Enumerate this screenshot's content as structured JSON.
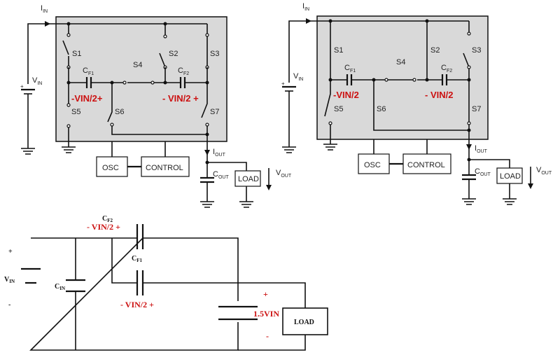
{
  "diagram1": {
    "iin": "I",
    "iin_sub": "IN",
    "vin": "V",
    "vin_sub": "IN",
    "s1": "S1",
    "s2": "S2",
    "s3": "S3",
    "s4": "S4",
    "s5": "S5",
    "s6": "S6",
    "s7": "S7",
    "cf1": "C",
    "cf1_sub": "F1",
    "cf2": "C",
    "cf2_sub": "F2",
    "pol1": "-VIN/2+",
    "pol2": "- VIN/2 +",
    "osc": "OSC",
    "control": "CONTROL",
    "iout": "I",
    "iout_sub": "OUT",
    "cout": "C",
    "cout_sub": "OUT",
    "load": "LOAD",
    "vout": "V",
    "vout_sub": "OUT",
    "plus": "+"
  },
  "diagram2": {
    "iin": "I",
    "iin_sub": "IN",
    "vin": "V",
    "vin_sub": "IN",
    "s1": "S1",
    "s2": "S2",
    "s3": "S3",
    "s4": "S4",
    "s5": "S5",
    "s6": "S6",
    "s7": "S7",
    "cf1": "C",
    "cf1_sub": "F1",
    "cf2": "C",
    "cf2_sub": "F2",
    "pol1": "-VIN/2",
    "pol2": "- VIN/2",
    "osc": "OSC",
    "control": "CONTROL",
    "iout": "I",
    "iout_sub": "OUT",
    "cout": "C",
    "cout_sub": "OUT",
    "load": "LOAD",
    "vout": "V",
    "vout_sub": "OUT",
    "plus": "+"
  },
  "diagram3": {
    "plus_top": "+",
    "vin": "V",
    "vin_sub": "IN",
    "minus": "-",
    "cin": "C",
    "cin_sub": "IN",
    "cf2": "C",
    "cf2_sub": "F2",
    "pol_cf2": "- VIN/2 +",
    "cf1": "C",
    "cf1_sub": "F1",
    "pol_cf1": "- VIN/2  +",
    "out_plus": "+",
    "out_value": "1.5VIN",
    "out_minus": "-",
    "load": "LOAD"
  }
}
